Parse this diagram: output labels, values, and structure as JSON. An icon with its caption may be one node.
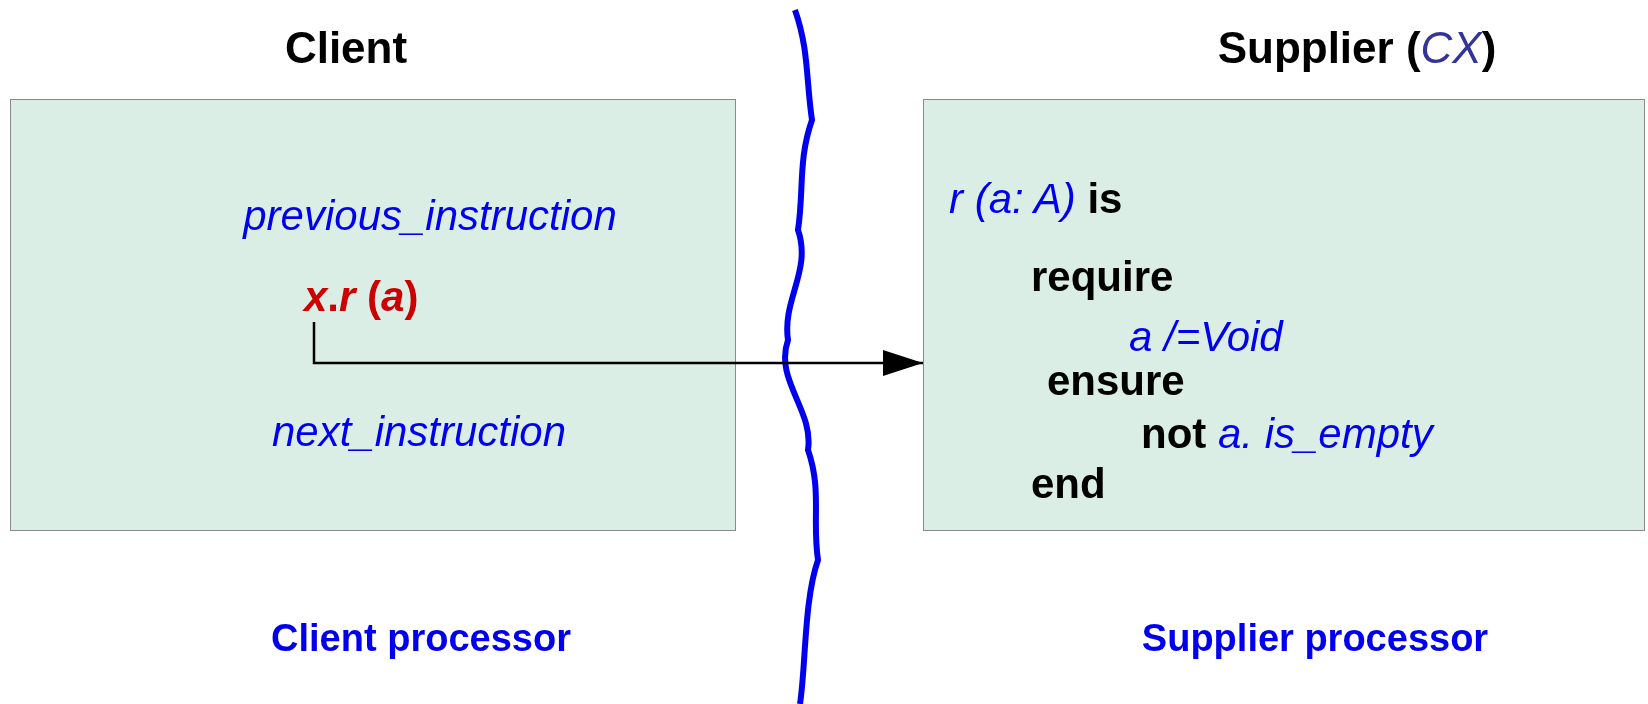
{
  "diagram": {
    "nodes": [
      {
        "text": [
          "Client",
          "previous_instruction",
          "next_instruction"
        ],
        "beside": [
          "Client processor"
        ]
      },
      {
        "text": [
          "*x*.*r* (*a*)"
        ],
        "in": 0
      },
      {
        "text": [
          "Supplier (*CX*)",
          "*r (a: A)* is",
          "require",
          "a /=Void",
          "ensure",
          "not *a. is_empty*",
          "end"
        ],
        "beside": [
          "Supplier processor"
        ]
      }
    ],
    "edges": [
      {
        "from": 1,
        "to": 2,
        "arrow": "to"
      }
    ]
  }
}
